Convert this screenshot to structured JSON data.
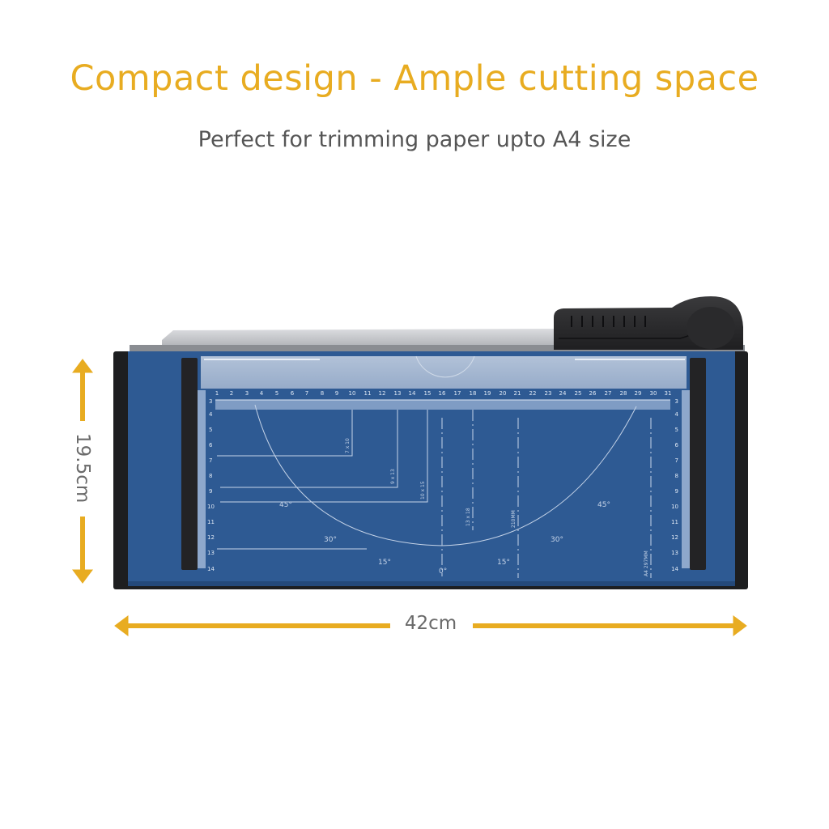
{
  "header": {
    "title": "Compact design - Ample cutting space",
    "subtitle": "Perfect for trimming paper upto A4 size"
  },
  "dimensions": {
    "height_label": "19.5cm",
    "width_label": "42cm",
    "arrow_color": "#e8ac21",
    "label_color": "#6a6a6a"
  },
  "product": {
    "name": "paper-trimmer",
    "base_color": "#2e5a93",
    "top_ruler_numbers": [
      "1",
      "2",
      "3",
      "4",
      "5",
      "6",
      "7",
      "8",
      "9",
      "10",
      "11",
      "12",
      "13",
      "14",
      "15",
      "16",
      "17",
      "18",
      "19",
      "20",
      "21",
      "22",
      "23",
      "24",
      "25",
      "26",
      "27",
      "28",
      "29",
      "30",
      "31"
    ],
    "side_ruler_numbers": [
      "3",
      "4",
      "5",
      "6",
      "7",
      "8",
      "9",
      "10",
      "11",
      "12",
      "13",
      "14"
    ],
    "photo_size_guides": [
      "7 x 10",
      "9 x 13",
      "10 x 15",
      "13 x 18"
    ],
    "paper_guides": [
      "210MM",
      "A4  297MM"
    ],
    "angle_labels_left": [
      "45°",
      "30°",
      "15°"
    ],
    "angle_center": "0°",
    "angle_labels_right": [
      "15°",
      "30°",
      "45°"
    ]
  }
}
